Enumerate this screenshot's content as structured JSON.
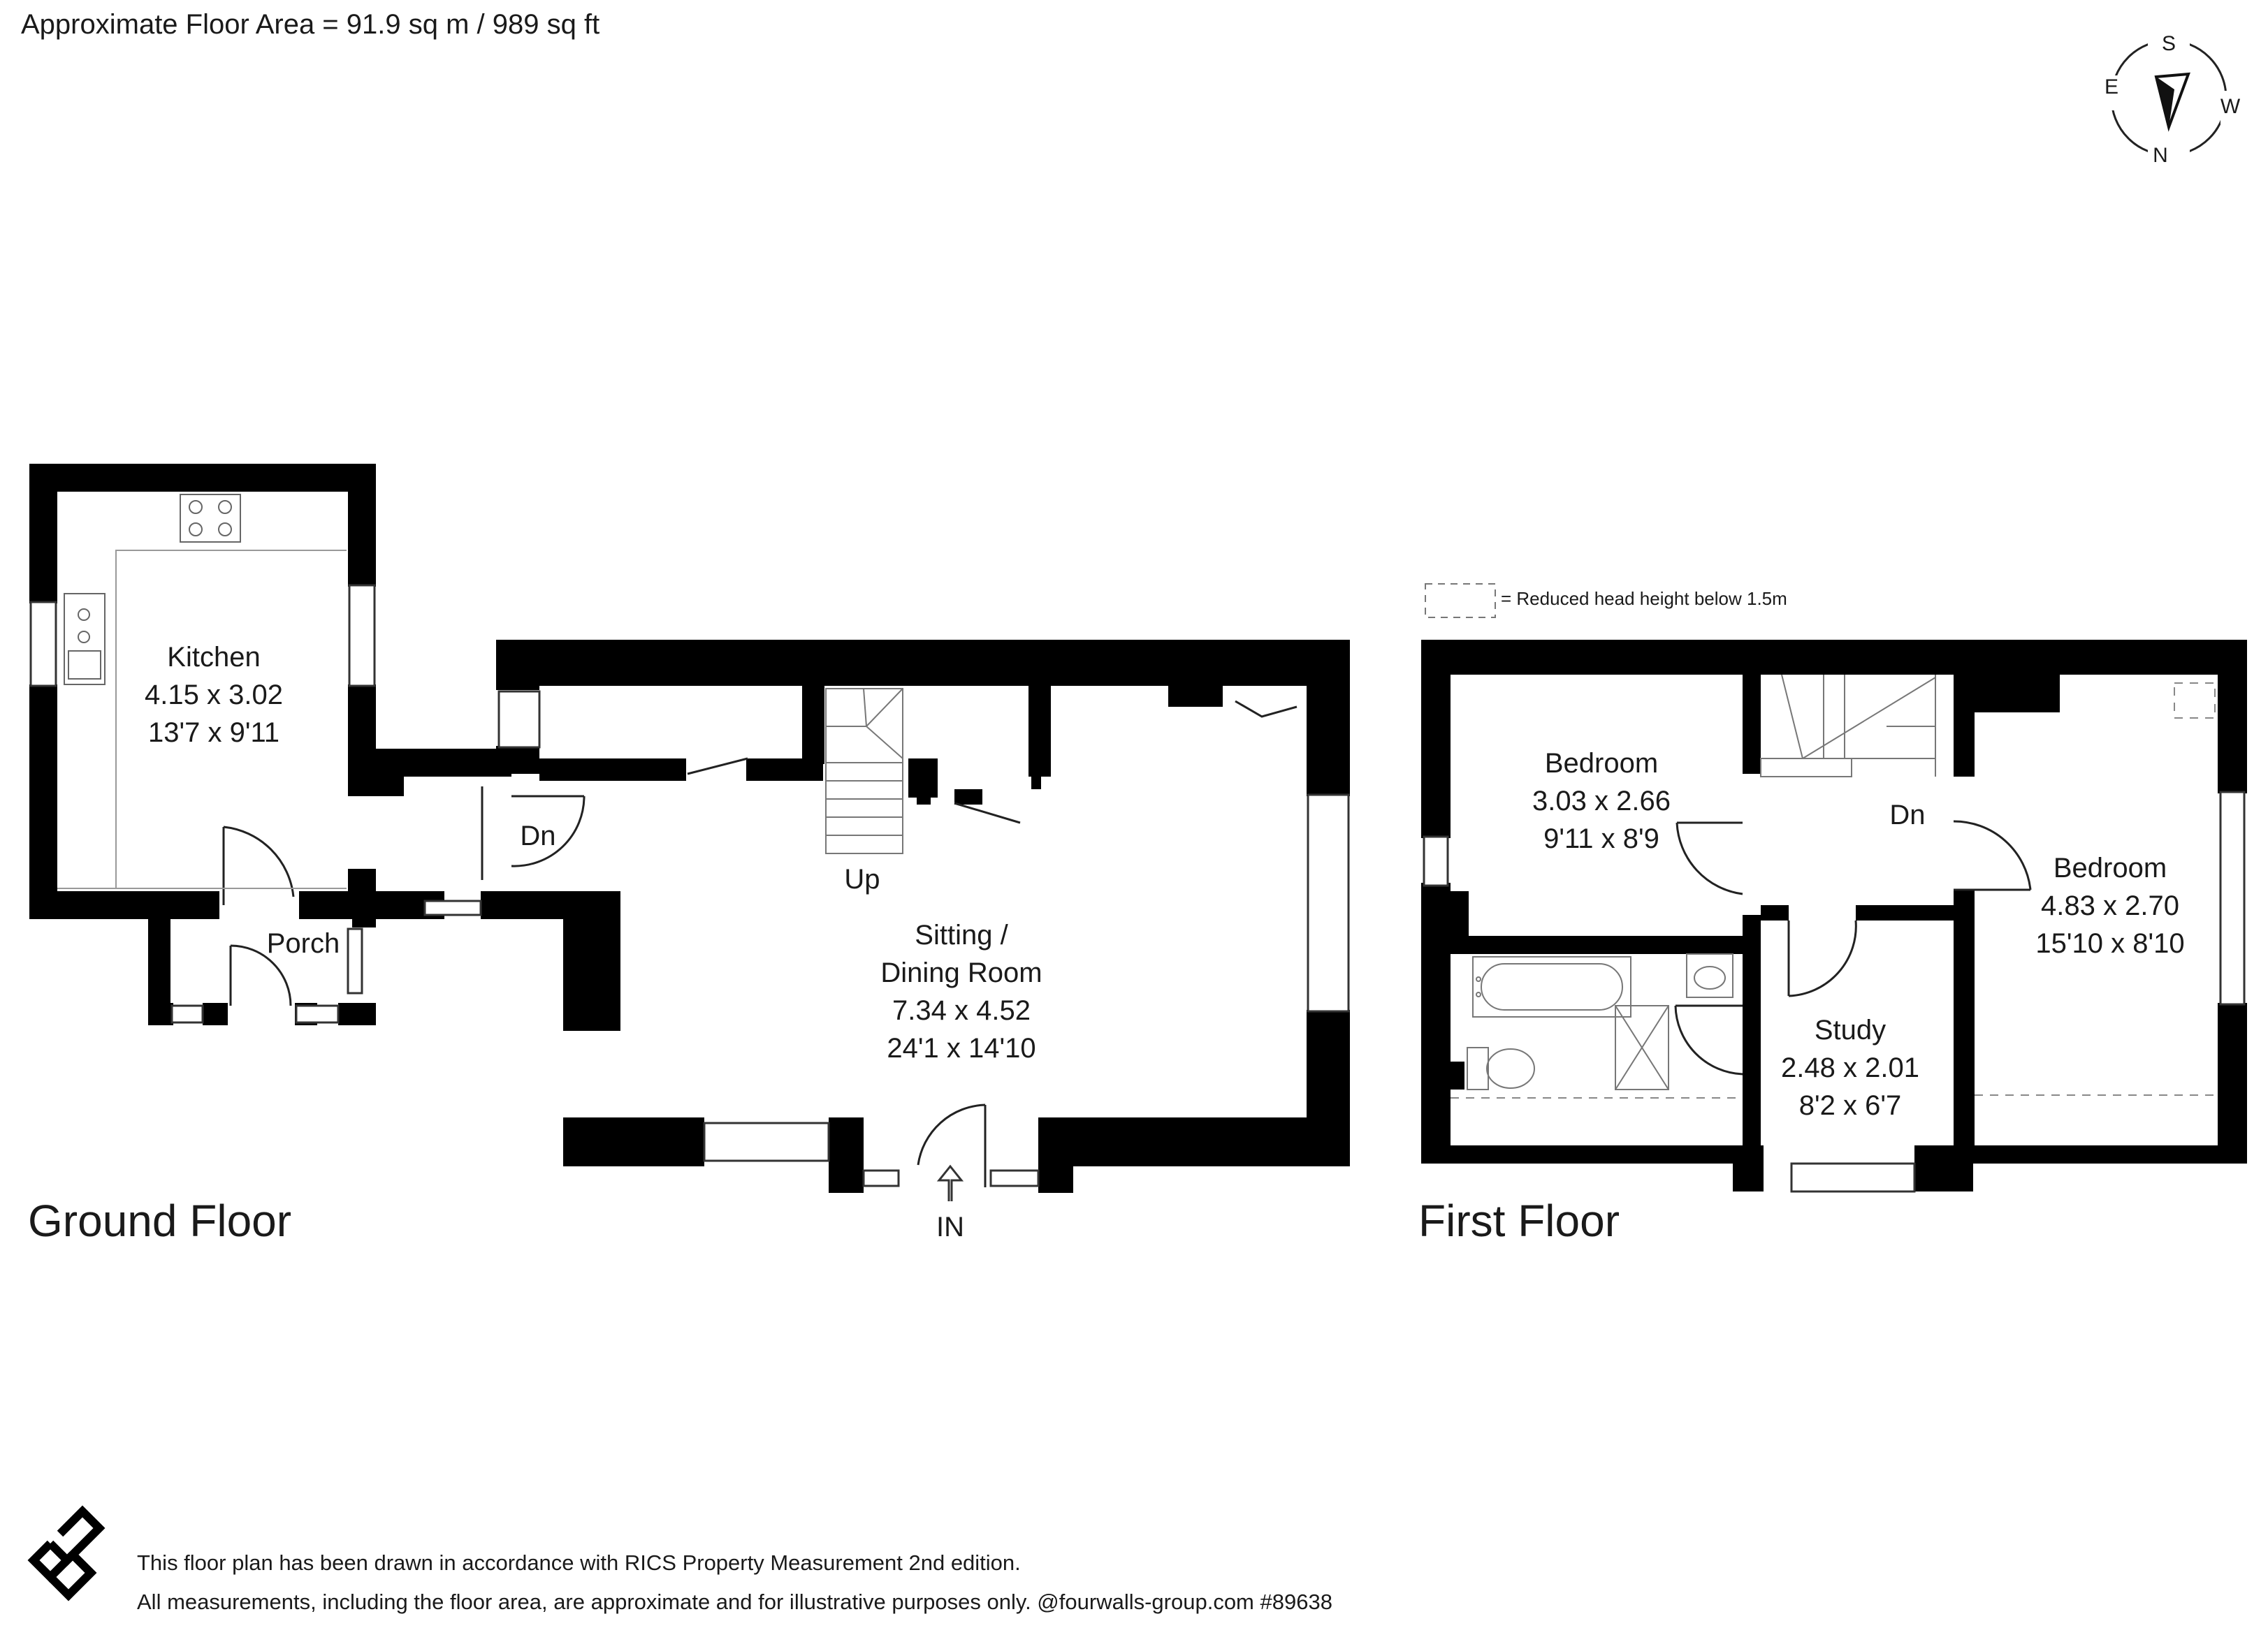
{
  "header": {
    "floor_area": "Approximate Floor Area = 91.9 sq m / 989 sq ft"
  },
  "compass": {
    "north": "N",
    "south": "S",
    "east": "E",
    "west": "W"
  },
  "legend": {
    "reduced_height": "= Reduced head height below 1.5m"
  },
  "ground_floor": {
    "title": "Ground Floor",
    "kitchen": {
      "name": "Kitchen",
      "metric": "4.15 x 3.02",
      "imperial": "13'7 x 9'11"
    },
    "porch": {
      "name": "Porch"
    },
    "sitting": {
      "name_line1": "Sitting /",
      "name_line2": "Dining Room",
      "metric": "7.34 x 4.52",
      "imperial": "24'1 x 14'10"
    },
    "stairs_up": "Up",
    "stairs_down": "Dn",
    "entrance": "IN"
  },
  "first_floor": {
    "title": "First Floor",
    "bedroom1": {
      "name": "Bedroom",
      "metric": "3.03 x 2.66",
      "imperial": "9'11 x 8'9"
    },
    "bedroom2": {
      "name": "Bedroom",
      "metric": "4.83 x 2.70",
      "imperial": "15'10 x 8'10"
    },
    "study": {
      "name": "Study",
      "metric": "2.48 x 2.01",
      "imperial": "8'2 x 6'7"
    },
    "stairs_down": "Dn"
  },
  "footer": {
    "line1": "This floor plan has been drawn in accordance with RICS Property Measurement 2nd edition.",
    "line2": "All measurements, including the floor area, are approximate and for illustrative purposes only. @fourwalls-group.com #89638"
  },
  "colors": {
    "wall": "#000000",
    "background": "#ffffff",
    "fixture": "#8a8a8a"
  }
}
